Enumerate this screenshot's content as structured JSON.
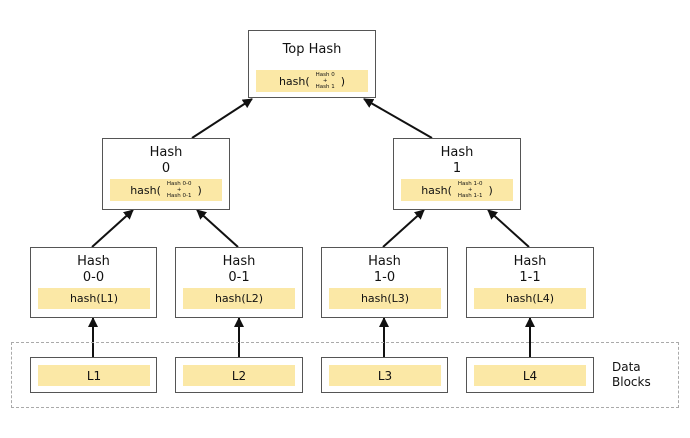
{
  "top": {
    "title": "Top Hash",
    "hash_prefix": "hash(",
    "line1": "Hash 0",
    "plus": "+",
    "line2": "Hash 1",
    "hash_suffix": ")"
  },
  "h0": {
    "title1": "Hash",
    "title2": "0",
    "hash_prefix": "hash(",
    "line1": "Hash 0-0",
    "plus": "+",
    "line2": "Hash 0-1",
    "hash_suffix": ")"
  },
  "h1": {
    "title1": "Hash",
    "title2": "1",
    "hash_prefix": "hash(",
    "line1": "Hash 1-0",
    "plus": "+",
    "line2": "Hash 1-1",
    "hash_suffix": ")"
  },
  "leaves": [
    {
      "title1": "Hash",
      "title2": "0-0",
      "hash": "hash(L1)"
    },
    {
      "title1": "Hash",
      "title2": "0-1",
      "hash": "hash(L2)"
    },
    {
      "title1": "Hash",
      "title2": "1-0",
      "hash": "hash(L3)"
    },
    {
      "title1": "Hash",
      "title2": "1-1",
      "hash": "hash(L4)"
    }
  ],
  "blocks": [
    "L1",
    "L2",
    "L3",
    "L4"
  ],
  "data_blocks_label": {
    "line1": "Data",
    "line2": "Blocks"
  },
  "colors": {
    "highlight": "#fbe8a6",
    "border": "#555555",
    "arrow": "#111111",
    "dashed": "#aaaaaa"
  }
}
